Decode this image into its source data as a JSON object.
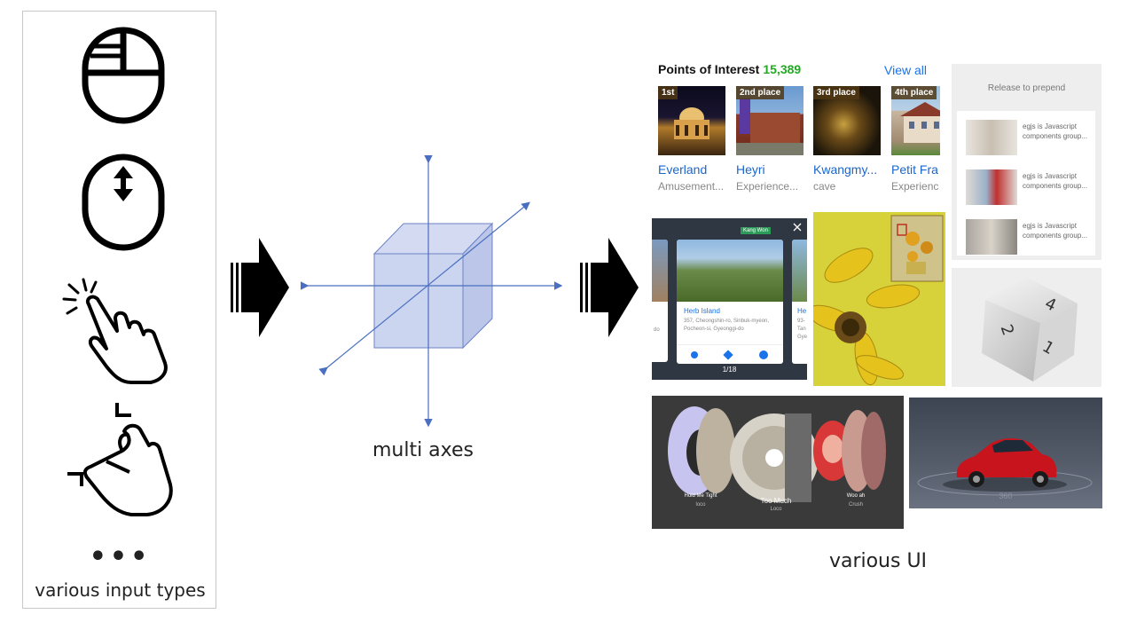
{
  "input_panel": {
    "caption": "various input types",
    "ellipsis": "•••"
  },
  "axes": {
    "caption": "multi axes"
  },
  "ui": {
    "caption": "various UI"
  },
  "poi": {
    "title": "Points of Interest",
    "count": "15,389",
    "view_all": "View all",
    "items": [
      {
        "badge": "1st",
        "name": "Everland",
        "category": "Amusement..."
      },
      {
        "badge": "2nd place",
        "name": "Heyri",
        "category": "Experience..."
      },
      {
        "badge": "3rd place",
        "name": "Kwangmy...",
        "category": "cave"
      },
      {
        "badge": "4th place",
        "name": "Petit Fra",
        "category": "Experienc"
      }
    ]
  },
  "prepend": {
    "status": "Release to prepend",
    "items": [
      {
        "text": "egjs is Javascript components group..."
      },
      {
        "text": "egjs is Javascript components group..."
      },
      {
        "text": "egjs is Javascript components group..."
      }
    ]
  },
  "map_cards": {
    "title": "Herb Island",
    "address": "357, Cheongshin-ro, Sinbuk-myeon, Pocheon-si, Gyeonggi-do",
    "next_title": "He",
    "next_address": "93- Tan Gye",
    "prev_address": "do",
    "pager": "1/18",
    "tag": "Kang Won"
  },
  "coverflow": {
    "center_title": "Too Much",
    "center_artist": "Loco",
    "left_title": "Hold Me Tight",
    "left_artist": "loco",
    "right_title": "Woo ah",
    "right_artist": "Crush"
  },
  "car360": {
    "label": "360"
  },
  "colors": {
    "axis": "#4a6fc0",
    "cube_fill": "#c6d0ee",
    "cube_stroke": "#6c83c6",
    "poi_count": "#22aa22",
    "link": "#1a73e8"
  }
}
